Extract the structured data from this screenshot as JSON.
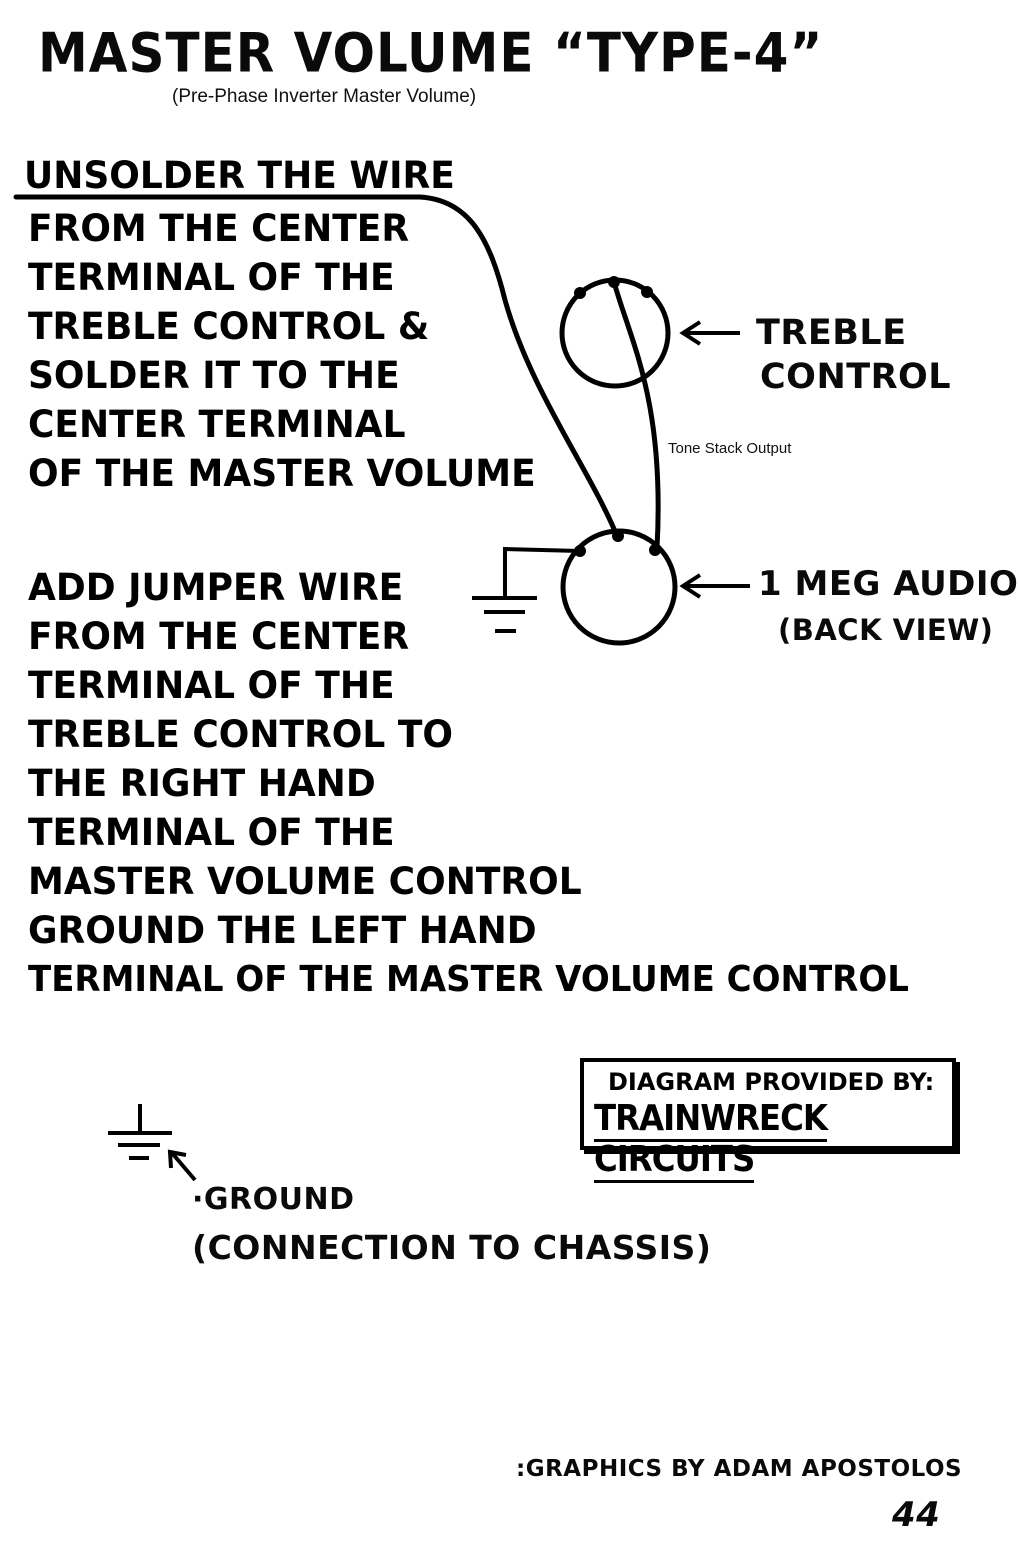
{
  "title": "MASTER VOLUME “TYPE-4”",
  "subtitle": "(Pre-Phase Inverter Master Volume)",
  "instruction_1": {
    "heading": "UNSOLDER THE WIRE",
    "lines": [
      "FROM THE CENTER",
      "TERMINAL OF THE",
      "TREBLE CONTROL &",
      "SOLDER IT TO THE",
      "CENTER TERMINAL",
      "OF THE MASTER VOLUME"
    ]
  },
  "instruction_2": {
    "lines": [
      "ADD JUMPER WIRE",
      "FROM THE CENTER",
      "TERMINAL OF THE",
      "TREBLE CONTROL TO",
      "THE RIGHT HAND",
      "TERMINAL OF THE",
      "MASTER VOLUME CONTROL",
      "GROUND THE LEFT HAND",
      "TERMINAL OF THE MASTER VOLUME CONTROL"
    ]
  },
  "labels": {
    "treble_line1": "TREBLE",
    "treble_line2": "CONTROL",
    "tone_stack": "Tone Stack Output",
    "master_line1": "1 MEG AUDIO",
    "master_line2": "(BACK VIEW)",
    "ground_line1": "·GROUND",
    "ground_line2": "(CONNECTION TO CHASSIS)"
  },
  "credit": {
    "line1": "DIAGRAM PROVIDED BY:",
    "line2": "TRAINWRECK CIRCUITS"
  },
  "footer": {
    "graphics": ":GRAPHICS BY ADAM APOSTOLOS",
    "page_number": "44"
  }
}
